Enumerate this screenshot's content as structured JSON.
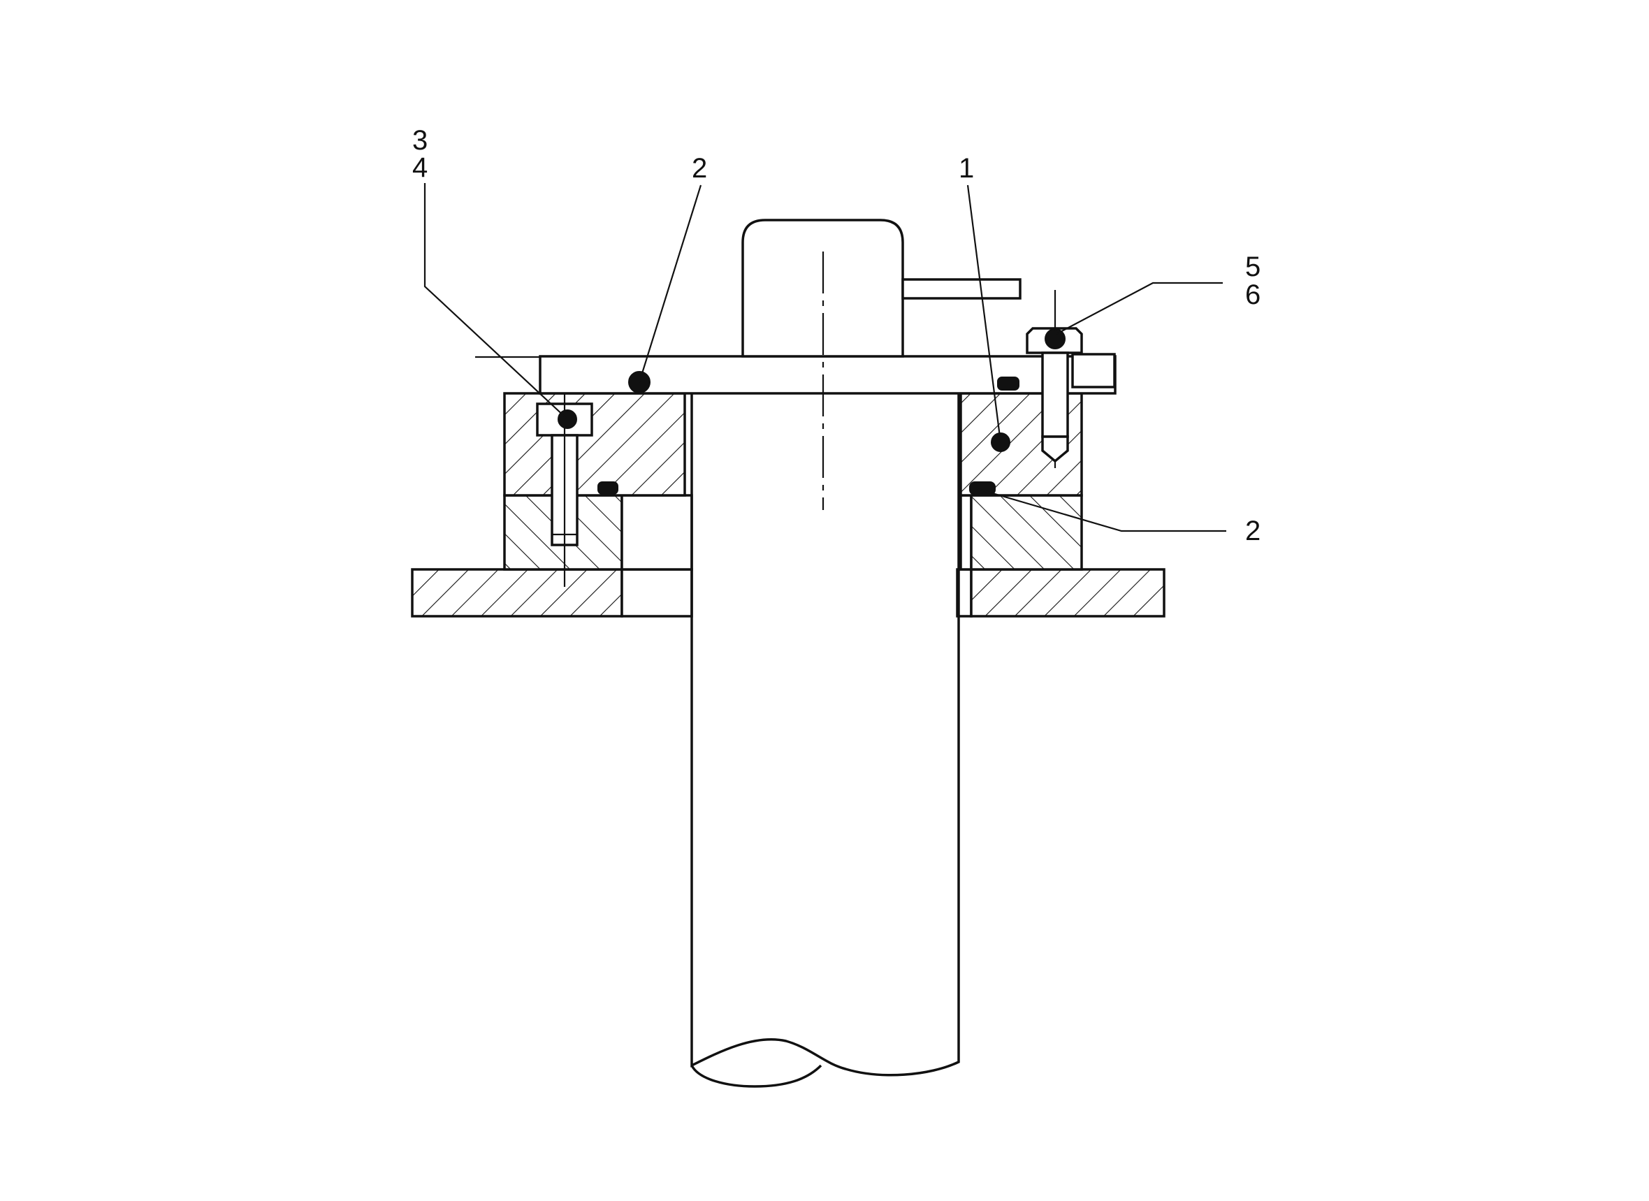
{
  "callouts": {
    "c1": "1",
    "c2_top": "2",
    "c2_right": "2",
    "c3": "3",
    "c4": "4",
    "c5": "5",
    "c6": "6"
  },
  "colors": {
    "ink": "#111111",
    "paper": "#ffffff"
  }
}
